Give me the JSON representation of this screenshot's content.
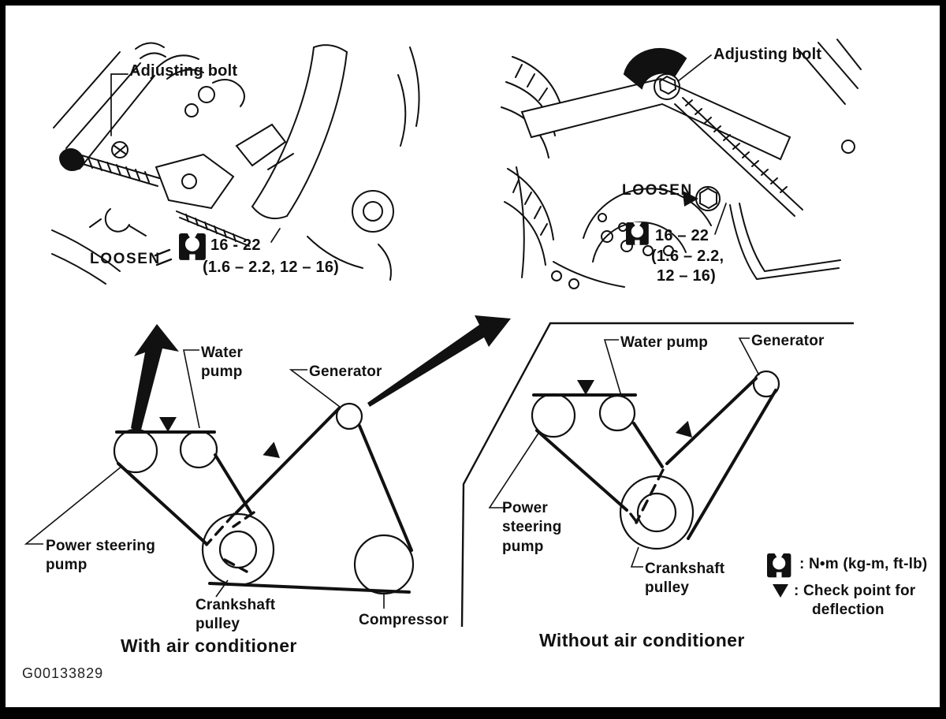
{
  "page": {
    "figure_id": "G00133829"
  },
  "colors": {
    "ink": "#111111",
    "paper": "#ffffff"
  },
  "top_left_panel": {
    "adjusting_bolt_label": "Adjusting bolt",
    "loosen_label": "LOOSEN",
    "torque_value": "16 - 22",
    "torque_detail": "(1.6 – 2.2, 12 – 16)"
  },
  "top_right_panel": {
    "adjusting_bolt_label": "Adjusting bolt",
    "loosen_label": "LOOSEN",
    "torque_value": "16 – 22",
    "torque_detail_line1": "(1.6 – 2.2,",
    "torque_detail_line2": "12 – 16)"
  },
  "belt_diagram_ac": {
    "caption": "With air conditioner",
    "labels": {
      "water_pump": "Water\npump",
      "generator": "Generator",
      "power_steering_pump": "Power steering\npump",
      "crankshaft_pulley": "Crankshaft\npulley",
      "compressor": "Compressor"
    }
  },
  "belt_diagram_no_ac": {
    "caption": "Without air conditioner",
    "labels": {
      "water_pump": "Water pump",
      "generator": "Generator",
      "power_steering_pump": "Power\nsteering\npump",
      "crankshaft_pulley": "Crankshaft\npulley"
    }
  },
  "legend": {
    "torque_units": ": N•m (kg-m, ft-lb)",
    "check_point_line1": ": Check point for",
    "check_point_line2": "deflection"
  }
}
